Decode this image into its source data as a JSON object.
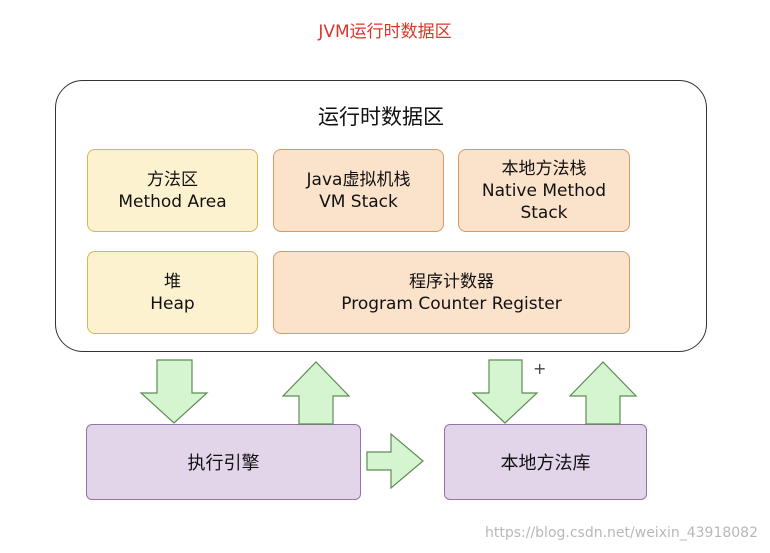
{
  "title": "JVM运行时数据区",
  "runtime_area": {
    "label": "运行时数据区",
    "method_area": {
      "zh": "方法区",
      "en": "Method Area"
    },
    "vm_stack": {
      "zh": "Java虚拟机栈",
      "en": "VM Stack"
    },
    "native_stack": {
      "zh": "本地方法栈",
      "en1": "Native Method",
      "en2": "Stack"
    },
    "heap": {
      "zh": "堆",
      "en": "Heap"
    },
    "pc_register": {
      "zh": "程序计数器",
      "en": "Program Counter Register"
    }
  },
  "execution_engine": "执行引擎",
  "native_library": "本地方法库",
  "plus_sign": "+",
  "watermark": "https://blog.csdn.net/weixin_43918082",
  "colors": {
    "title": "#d9372b",
    "yellow_fill": "#fdf2cf",
    "orange_fill": "#fbe2cb",
    "purple_fill": "#e2d5ea",
    "arrow_fill": "#d5f5d0",
    "arrow_stroke": "#5e8c55"
  }
}
